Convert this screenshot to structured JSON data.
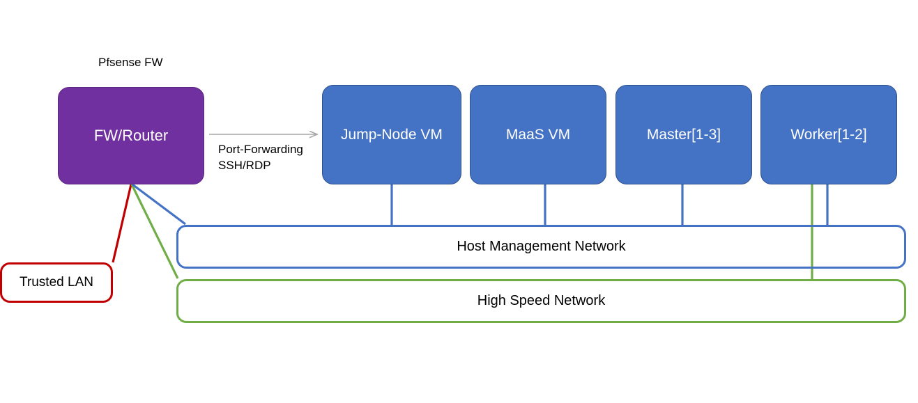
{
  "diagram": {
    "title_caption": "Pfsense FW",
    "colors": {
      "firewall_fill": "#7030A0",
      "vm_fill": "#4472C4",
      "mgmt_network": "#4472C4",
      "high_speed_network": "#70AD47",
      "trusted_lan": "#C00000",
      "arrow_gray": "#A6A6A6",
      "background": "#FFFFFF"
    },
    "nodes": {
      "firewall": {
        "label": "FW/Router"
      },
      "trusted_lan": {
        "label": "Trusted LAN"
      },
      "vms": [
        {
          "label": "Jump-Node VM"
        },
        {
          "label": "MaaS VM"
        },
        {
          "label": "Master[1-3]"
        },
        {
          "label": "Worker[1-2]"
        }
      ]
    },
    "networks": [
      {
        "label": "Host Management Network"
      },
      {
        "label": "High Speed Network"
      }
    ],
    "edges": {
      "port_forwarding": {
        "line1": "Port-Forwarding",
        "line2": "SSH/RDP"
      }
    }
  }
}
